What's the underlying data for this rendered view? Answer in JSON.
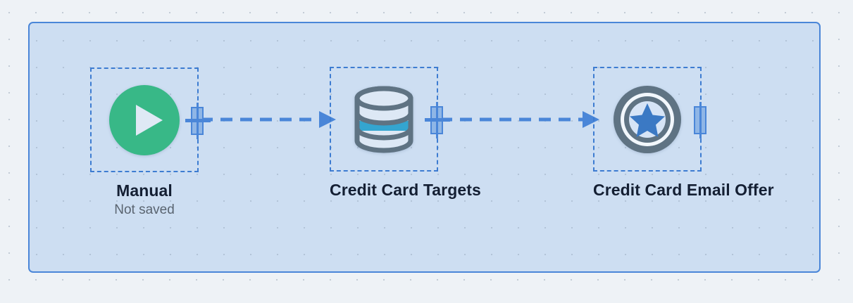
{
  "canvas": {
    "name": "workflow-canvas",
    "background_color": "#eef2f6",
    "container_fill": "#cddef2",
    "container_border": "#4a86d8",
    "grid": "dotted"
  },
  "flow": {
    "nodes": [
      {
        "id": "manual",
        "title": "Manual",
        "subtitle": "Not saved",
        "icon": "play-circle-icon",
        "icon_color": "#38b887",
        "selected": true,
        "port": "output-port-cross"
      },
      {
        "id": "credit-card-targets",
        "title": "Credit Card Targets",
        "subtitle": "",
        "icon": "database-icon",
        "icon_color": "#5f7383",
        "icon_accent_color": "#34a5d0",
        "selected": true,
        "port": "output-port-cross"
      },
      {
        "id": "credit-card-email-offer",
        "title": "Credit Card Email Offer",
        "subtitle": "",
        "icon": "shield-star-icon",
        "icon_color": "#5f7383",
        "icon_accent_color": "#3b79c4",
        "selected": true,
        "port": "output-port-plain"
      }
    ],
    "edges": [
      {
        "id": "edge-manual-to-targets",
        "from": "manual",
        "to": "credit-card-targets",
        "style": "dashed",
        "color": "#4a86d8",
        "arrow": "triangle"
      },
      {
        "id": "edge-targets-to-email",
        "from": "credit-card-targets",
        "to": "credit-card-email-offer",
        "style": "dashed",
        "color": "#4a86d8",
        "arrow": "triangle"
      }
    ]
  }
}
